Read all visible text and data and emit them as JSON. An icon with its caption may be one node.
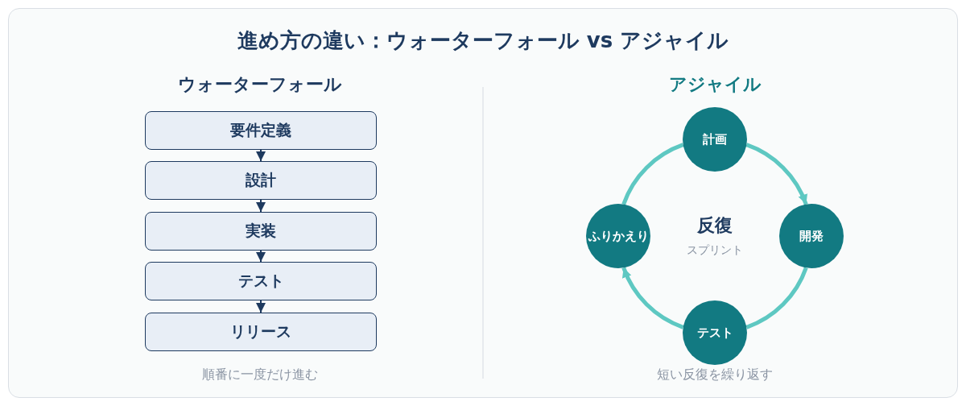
{
  "diagram": {
    "title": "進め方の違い：ウォーターフォール vs アジャイル",
    "nodes": [
      {
        "text": [
          "要件定義"
        ]
      },
      {
        "text": [
          "設計"
        ]
      },
      {
        "text": [
          "実装"
        ]
      },
      {
        "text": [
          "テスト"
        ]
      },
      {
        "text": [
          "リリース"
        ]
      },
      {
        "text": [
          "計画"
        ]
      },
      {
        "text": [
          "ふりかえり"
        ]
      },
      {
        "text": [
          "開発"
        ]
      },
      {
        "text": [
          "テスト"
        ]
      }
    ],
    "edges": [
      {
        "from": 0,
        "to": 1,
        "arrow": "to"
      },
      {
        "from": 1,
        "to": 2,
        "arrow": "to"
      },
      {
        "from": 2,
        "to": 3,
        "arrow": "to"
      },
      {
        "from": 3,
        "to": 4,
        "arrow": "to"
      },
      {
        "from": 5,
        "to": 7,
        "arrow": "to",
        "style": "thick",
        "color": "#5ec8c2"
      },
      {
        "from": 7,
        "to": 8,
        "arrow": "none",
        "style": "thick",
        "color": "#5ec8c2"
      },
      {
        "from": 8,
        "to": 6,
        "arrow": "to",
        "style": "thick",
        "color": "#5ec8c2"
      },
      {
        "from": 6,
        "to": 5,
        "arrow": "none",
        "style": "thick",
        "color": "#5ec8c2"
      }
    ],
    "labels": [
      "ウォーターフォール",
      "アジャイル",
      "反復",
      "スプリント",
      "順番に一度だけ進む",
      "短い反復を繰り返す"
    ]
  }
}
